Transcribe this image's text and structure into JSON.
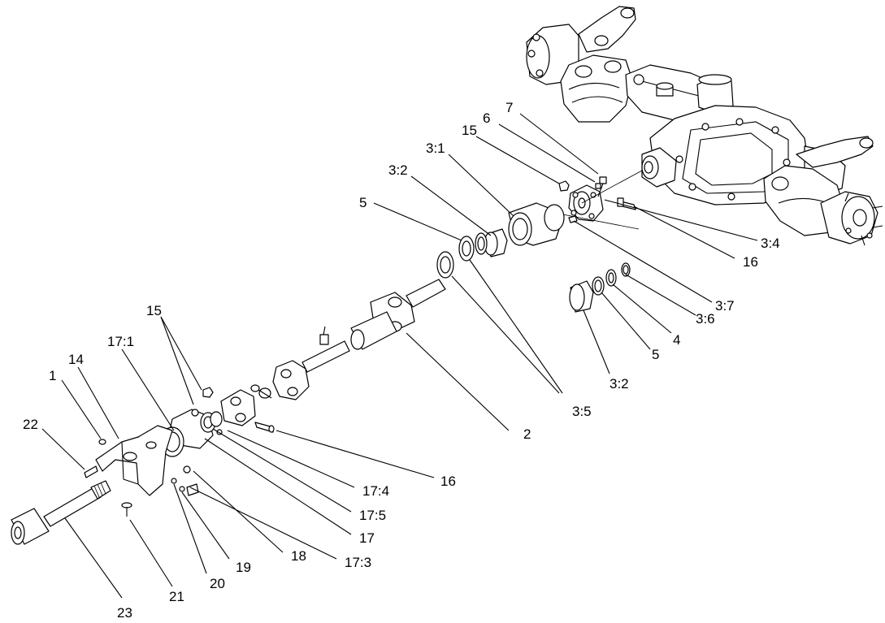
{
  "labels": {
    "l1": "1",
    "l2": "2",
    "l3_1": "3:1",
    "l3_2a": "3:2",
    "l3_2b": "3:2",
    "l3_4": "3:4",
    "l3_5": "3:5",
    "l3_6": "3:6",
    "l3_7": "3:7",
    "l4": "4",
    "l5a": "5",
    "l5b": "5",
    "l6": "6",
    "l7": "7",
    "l14": "14",
    "l15a": "15",
    "l15b": "15",
    "l16a": "16",
    "l16b": "16",
    "l17": "17",
    "l17_1": "17:1",
    "l17_3": "17:3",
    "l17_4": "17:4",
    "l17_5": "17:5",
    "l18": "18",
    "l19": "19",
    "l20": "20",
    "l21": "21",
    "l22": "22",
    "l23": "23"
  }
}
